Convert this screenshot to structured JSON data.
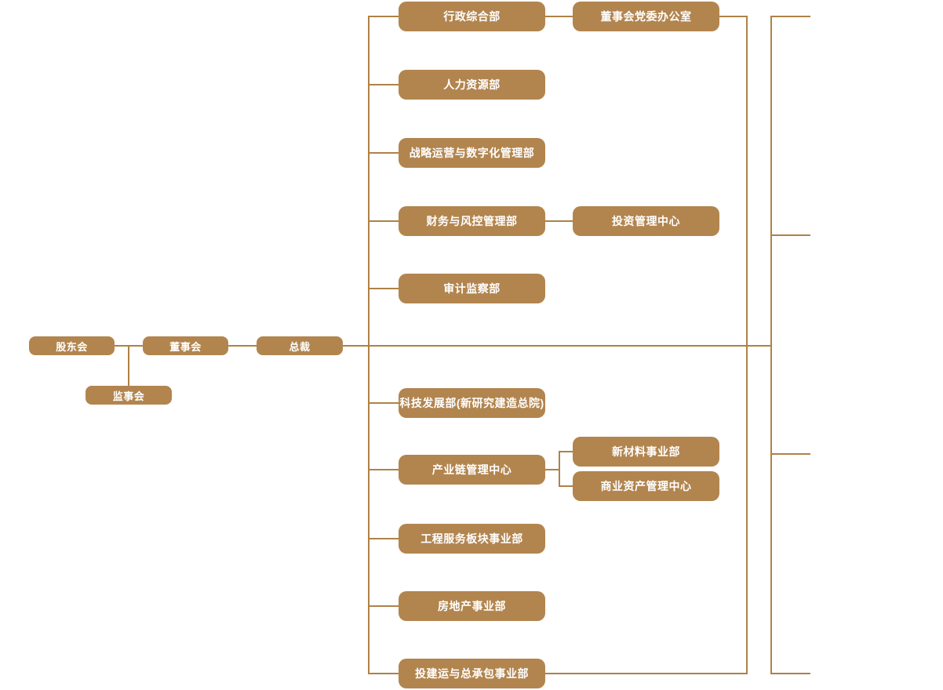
{
  "colors": {
    "node_fill": "#b2854f",
    "connector": "#ae8247",
    "node_text": "#ffffff",
    "background": "#ffffff"
  },
  "nodes": {
    "shareholders": "股东会",
    "supervisory": "监事会",
    "board": "董事会",
    "president": "总裁",
    "admin": "行政综合部",
    "party_office": "董事会党委办公室",
    "hr": "人力资源部",
    "strategy": "战略运营与数字化管理部",
    "finance": "财务与风控管理部",
    "investment": "投资管理中心",
    "audit": "审计监察部",
    "tech": "科技发展部(新研究建造总院)",
    "industry_chain": "产业链管理中心",
    "new_materials": "新材料事业部",
    "commercial_assets": "商业资产管理中心",
    "engineering_services": "工程服务板块事业部",
    "real_estate": "房地产事业部",
    "investment_construction": "投建运与总承包事业部"
  }
}
